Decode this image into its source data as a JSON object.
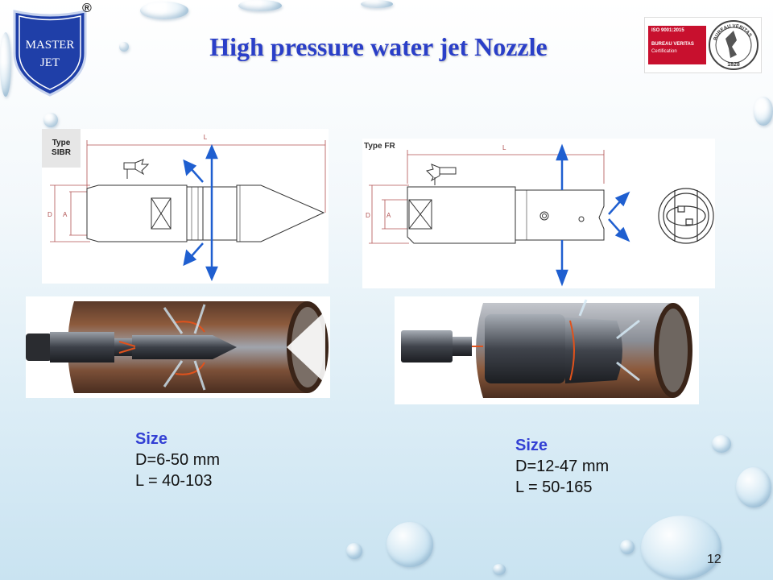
{
  "logo": {
    "line1": "MASTER",
    "line2": "JET",
    "registered": "®"
  },
  "title": "High pressure water jet Nozzle",
  "certification": {
    "line1": "ISO 9001:2015",
    "line2": "BUREAU VERITAS",
    "line3": "Certification",
    "seal_arc": "BUREAU VERITAS",
    "seal_year": "1828"
  },
  "left_product": {
    "type_line1": "Type",
    "type_line2": "SIBR",
    "dim_L": "L",
    "dim_D": "D",
    "dim_A": "A",
    "size_title": "Size",
    "size_D": "D=6-50 mm",
    "size_L": "L = 40-103"
  },
  "right_product": {
    "type_label": "Type FR",
    "dim_L": "L",
    "dim_D": "D",
    "dim_A": "A",
    "size_title": "Size",
    "size_D": "D=12-47 mm",
    "size_L": "L = 50-165"
  },
  "page_number": "12",
  "colors": {
    "title": "#2a3fc8",
    "size_title": "#3340d4",
    "arrow": "#1f5fd0",
    "dimension": "#b05050",
    "cert_red": "#c8102e",
    "logo_blue": "#1f3fa8"
  }
}
